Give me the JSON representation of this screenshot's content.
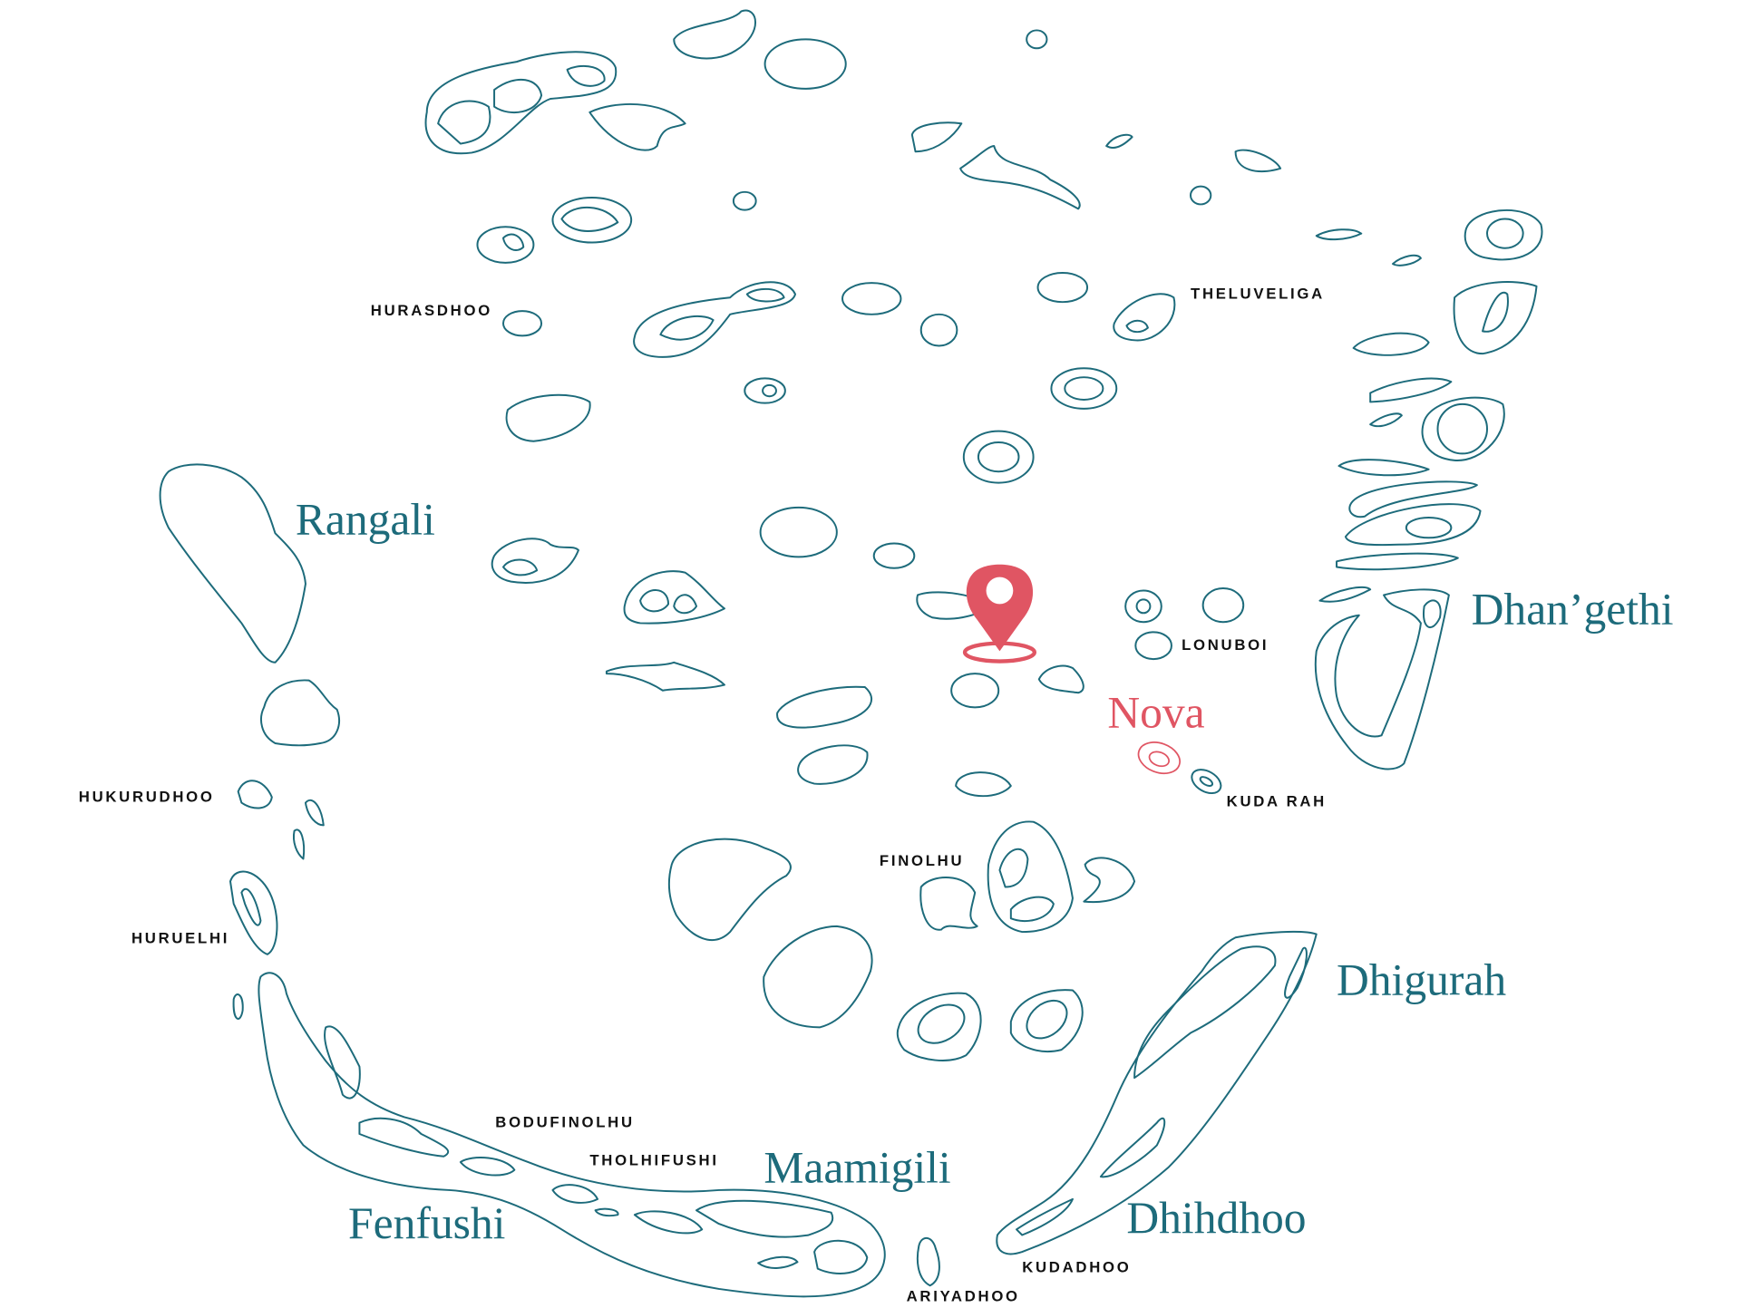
{
  "colors": {
    "island_stroke": "#1d6b7b",
    "accent": "#e05563",
    "small_label": "#111111"
  },
  "marker": {
    "icon": "map-pin-icon",
    "label": "Nova"
  },
  "regions": {
    "rangali": "Rangali",
    "dhangethi": "Dhan’gethi",
    "dhigurah": "Dhigurah",
    "maamigili": "Maamigili",
    "fenfushi": "Fenfushi",
    "dhihdhoo": "Dhihdhoo",
    "nova": "Nova"
  },
  "places": {
    "hurasdhoo": "HURASDHOO",
    "theluveliga": "THELUVELIGA",
    "lonuboi": "LONUBOI",
    "kuda_rah": "KUDA RAH",
    "hukurudhoo": "HUKURUDHOO",
    "huruelhi": "HURUELHI",
    "finolhu": "FINOLHU",
    "bodufinolhu": "BODUFINOLHU",
    "tholhifushi": "THOLHIFUSHI",
    "kudadhoo": "KUDADHOO",
    "ariyadhoo": "ARIYADHOO"
  }
}
